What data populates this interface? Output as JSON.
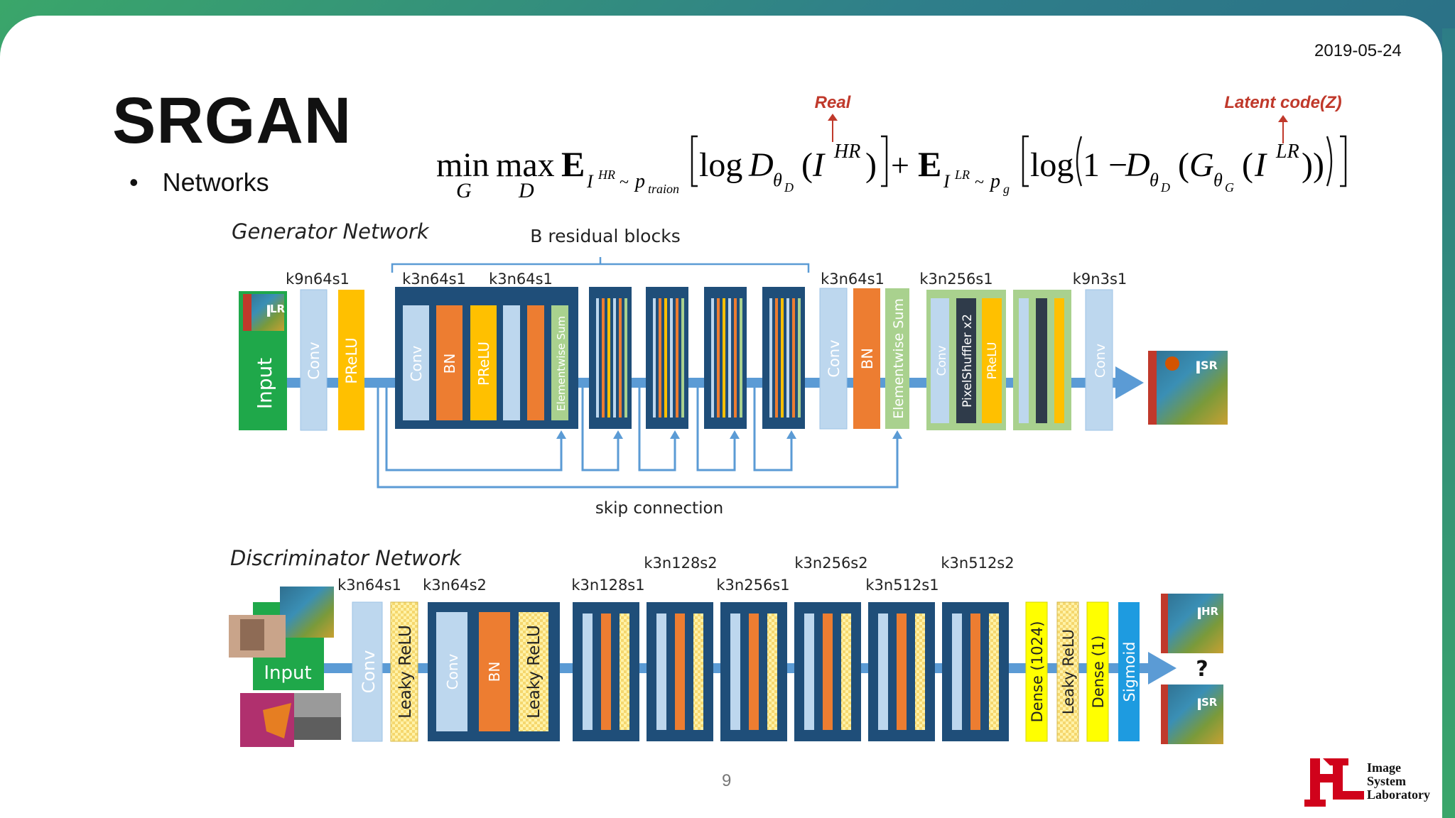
{
  "header": {
    "date": "2019-05-24",
    "title": "SRGAN",
    "bullet": "Networks"
  },
  "equation": {
    "annotation_real": "Real",
    "annotation_latent": "Latent code(Z)",
    "min": "min",
    "min_sub": "G",
    "max": "max",
    "max_sub": "D",
    "E": "E",
    "sub1_I": "I",
    "sub1_sup": "HR",
    "sub1_tilde": "~",
    "sub1_p": "p",
    "sub1_psub": "traion",
    "log": "log",
    "D": "D",
    "theta": "θ",
    "theta_sub_D": "D",
    "I": "I",
    "sup_HR": "HR",
    "plus": "+",
    "sub2_I": "I",
    "sub2_sup": "LR",
    "sub2_tilde": "~",
    "sub2_p": "p",
    "sub2_psub": "g",
    "one_minus": "1 −",
    "G": "G",
    "theta_sub_G": "G",
    "sup_LR": "LR",
    "open_paren": "(",
    "close_paren": ")",
    "close_parens2": "))",
    "accent_color": "#c0392b"
  },
  "generator": {
    "title": "Generator Network",
    "residual_label": "B residual blocks",
    "skip_label": "skip connection",
    "input_label": "Input",
    "input_img_label": "I",
    "input_img_sup": "LR",
    "output_img_label": "I",
    "output_img_sup": "SR",
    "k_labels": [
      "k9n64s1",
      "k3n64s1",
      "k3n64s1",
      "k3n64s1",
      "k3n256s1",
      "k9n3s1"
    ],
    "layers": {
      "conv": "Conv",
      "prelu": "PReLU",
      "bn": "BN",
      "elementwise": "Elementwise Sum",
      "pixelshuffler": "PixelShuffler x2"
    }
  },
  "discriminator": {
    "title": "Discriminator Network",
    "input_label": "Input",
    "k_labels_low": [
      "k3n64s1",
      "k3n64s2",
      "k3n128s1",
      "k3n256s1",
      "k3n512s1"
    ],
    "k_labels_high": [
      "k3n128s2",
      "k3n256s2",
      "k3n512s2"
    ],
    "layers": {
      "conv": "Conv",
      "leaky": "Leaky ReLU",
      "bn": "BN",
      "dense1024": "Dense (1024)",
      "dense1": "Dense (1)",
      "sigmoid": "Sigmoid"
    },
    "question": "?",
    "out_hr_label": "I",
    "out_hr_sup": "HR",
    "out_sr_label": "I",
    "out_sr_sup": "SR"
  },
  "footer": {
    "page_number": "9",
    "logo_lines": [
      "Image",
      "System",
      "Laboratory"
    ]
  },
  "colors": {
    "navy": "#1f4e79",
    "conv": "#bdd7ee",
    "orange": "#ed7d31",
    "yellow": "#ffc000",
    "green": "#1fa84a",
    "lightgreen": "#a9d18e",
    "arrow": "#5b9bd5",
    "dense_yellow": "#ffff00",
    "sigmoid": "#1e9be0",
    "logo_red": "#d0021b"
  }
}
